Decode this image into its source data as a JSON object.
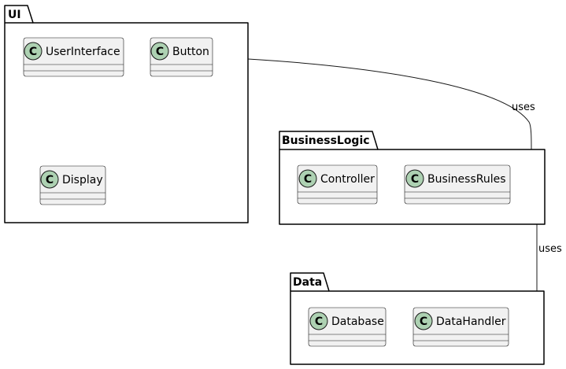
{
  "packages": [
    {
      "id": "ui",
      "name": "UI",
      "classes": [
        "UserInterface",
        "Button",
        "Display"
      ]
    },
    {
      "id": "business",
      "name": "BusinessLogic",
      "classes": [
        "Controller",
        "BusinessRules"
      ]
    },
    {
      "id": "data",
      "name": "Data",
      "classes": [
        "Database",
        "DataHandler"
      ]
    }
  ],
  "relations": [
    {
      "from": "UI",
      "to": "BusinessLogic",
      "label": "uses"
    },
    {
      "from": "BusinessLogic",
      "to": "Data",
      "label": "uses"
    }
  ],
  "class_stereotype_letter": "C",
  "colors": {
    "class_fill": "#f1f1f1",
    "class_border": "#181818",
    "stereotype_circle": "#add1b2",
    "line": "#181818"
  }
}
